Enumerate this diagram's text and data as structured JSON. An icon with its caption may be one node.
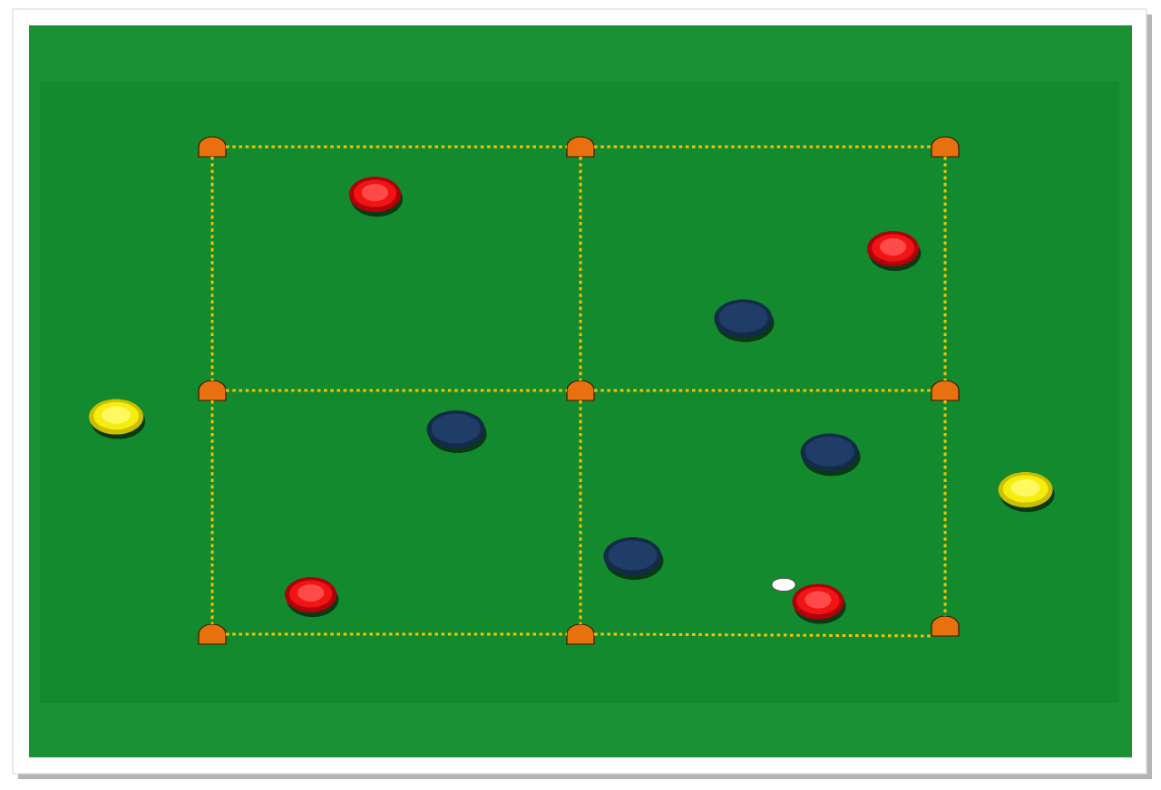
{
  "diagram": {
    "nodes": [
      {
        "text": [],
        "shape": "cone"
      },
      {
        "text": [],
        "shape": "cone"
      },
      {
        "text": [],
        "shape": "cone"
      },
      {
        "text": [],
        "shape": "cone"
      },
      {
        "text": [],
        "shape": "cone"
      },
      {
        "text": [],
        "shape": "cone"
      },
      {
        "text": [],
        "shape": "cone"
      },
      {
        "text": [],
        "shape": "cone"
      },
      {
        "text": [],
        "shape": "cone"
      }
    ],
    "edges": [
      {
        "from": 0,
        "to": 1,
        "arrow": "none",
        "style": "dashed"
      },
      {
        "from": 1,
        "to": 2,
        "arrow": "none",
        "style": "dashed"
      },
      {
        "from": 3,
        "to": 4,
        "arrow": "none",
        "style": "dashed"
      },
      {
        "from": 4,
        "to": 5,
        "arrow": "none",
        "style": "dashed"
      },
      {
        "from": 6,
        "to": 7,
        "arrow": "none",
        "style": "dashed"
      },
      {
        "from": 7,
        "to": 8,
        "arrow": "none",
        "style": "dashed"
      },
      {
        "from": 0,
        "to": 3,
        "arrow": "none",
        "style": "dashed"
      },
      {
        "from": 3,
        "to": 6,
        "arrow": "none",
        "style": "dashed"
      },
      {
        "from": 1,
        "to": 4,
        "arrow": "none",
        "style": "dashed"
      },
      {
        "from": 4,
        "to": 7,
        "arrow": "none",
        "style": "dashed"
      },
      {
        "from": 2,
        "to": 5,
        "arrow": "none",
        "style": "dashed"
      },
      {
        "from": 5,
        "to": 8,
        "arrow": "none",
        "style": "dashed"
      }
    ]
  }
}
